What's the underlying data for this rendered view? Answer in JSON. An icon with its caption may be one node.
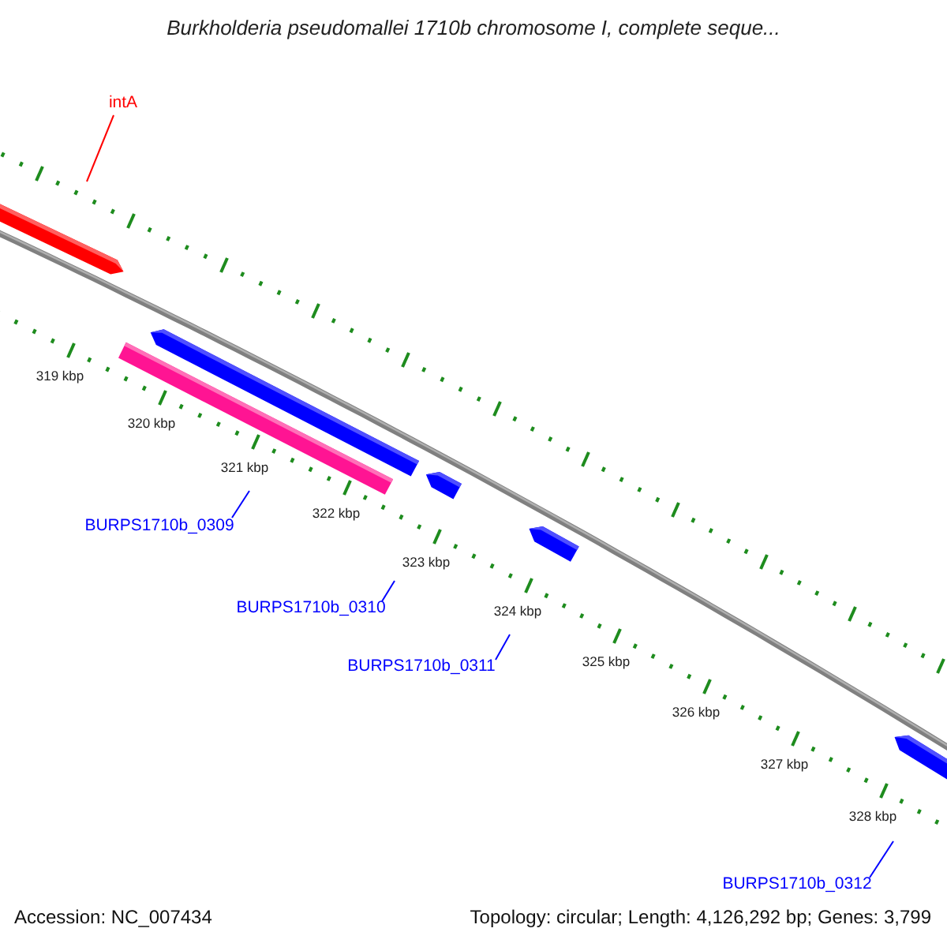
{
  "diagram": {
    "title": "Burkholderia pseudomallei 1710b chromosome I, complete seque...",
    "nodes": [
      {
        "text": [
          "intA"
        ]
      },
      {
        "text": [
          "BURPS1710b_0309"
        ]
      },
      {
        "text": [
          "BURPS1710b_0310"
        ]
      },
      {
        "text": [
          "BURPS1710b_0311"
        ]
      },
      {
        "text": [
          "BURPS1710b_0312"
        ]
      }
    ],
    "edges": [
      {
        "from": 0,
        "to": null,
        "arrow": "none",
        "color": "#ff0000"
      },
      {
        "from": 1,
        "to": null,
        "arrow": "none"
      },
      {
        "from": 2,
        "to": null,
        "arrow": "none"
      },
      {
        "from": 3,
        "to": null,
        "arrow": "none"
      },
      {
        "from": 4,
        "to": null,
        "arrow": "none"
      }
    ],
    "labels": [
      "319 kbp",
      "320 kbp",
      "321 kbp",
      "322 kbp",
      "323 kbp",
      "324 kbp",
      "325 kbp",
      "326 kbp",
      "327 kbp",
      "328 kbp",
      "Accession: NC_007434",
      "Topology: circular; Length: 4,126,292 bp; Genes: 3,799"
    ]
  }
}
